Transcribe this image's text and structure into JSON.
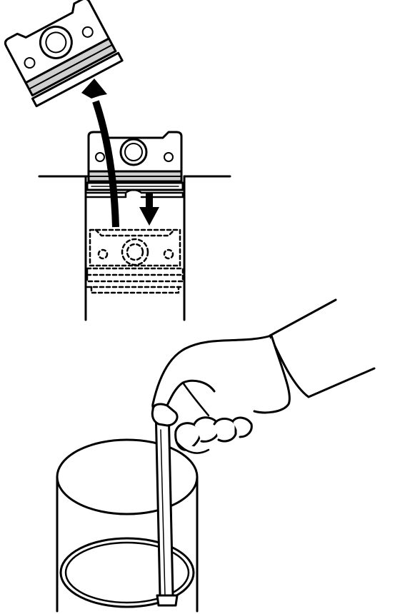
{
  "figure": {
    "top_panel": {
      "subject": "piston",
      "steps": [
        "remove",
        "push-down"
      ]
    },
    "bottom_panel": {
      "subject": "piston-ring-in-cylinder",
      "tool": "feeler-gauge"
    }
  },
  "colors": {
    "ink": "#000000",
    "paper": "#ffffff",
    "shade": "#cfcfcf"
  }
}
